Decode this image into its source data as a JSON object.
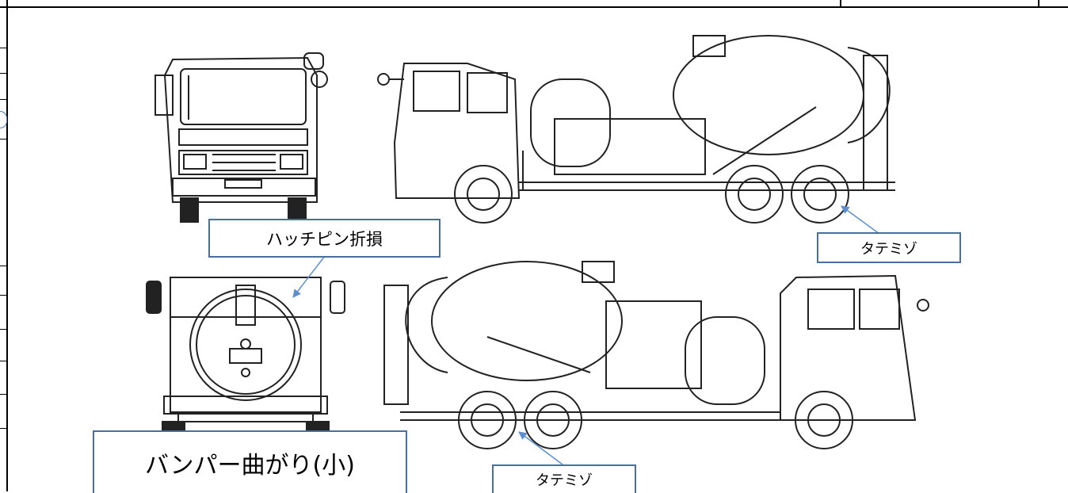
{
  "annotations": {
    "hatch_pin": "ハッチピン折損",
    "dent_upper": "タテミゾ",
    "dent_lower": "タテミゾ",
    "bumper": "バンパー曲がり(小)"
  },
  "colors": {
    "annotation_border": "#4a6f9f",
    "arrow": "#5b8fd0",
    "line": "#222222"
  }
}
